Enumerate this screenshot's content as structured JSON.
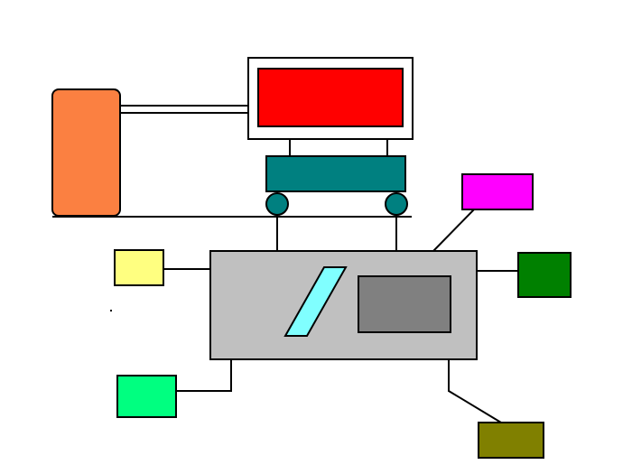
{
  "diagram": {
    "colors": {
      "background": "#ffffff",
      "stroke": "#000000",
      "line": "#000000",
      "orange_tank": "#fb8041",
      "monitor_frame": "#ffffff",
      "monitor_screen": "#ff0000",
      "cart": "#008080",
      "wheel": "#008080",
      "unit_body": "#c0c0c0",
      "unit_window": "#808080",
      "parallelogram": "#80ffff",
      "magenta_box": "#ff00ff",
      "yellow_box": "#ffff80",
      "dark_green_box": "#008000",
      "green_box": "#00ff80",
      "olive_box": "#808000"
    },
    "blocks": [
      {
        "name": "orange-tank",
        "color_key": "orange_tank"
      },
      {
        "name": "monitor",
        "color_key": "monitor_screen"
      },
      {
        "name": "cart",
        "color_key": "cart"
      },
      {
        "name": "main-unit",
        "color_key": "unit_body"
      },
      {
        "name": "magenta-box",
        "color_key": "magenta_box"
      },
      {
        "name": "yellow-box",
        "color_key": "yellow_box"
      },
      {
        "name": "dark-green-box",
        "color_key": "dark_green_box"
      },
      {
        "name": "green-box",
        "color_key": "green_box"
      },
      {
        "name": "olive-box",
        "color_key": "olive_box"
      }
    ]
  }
}
